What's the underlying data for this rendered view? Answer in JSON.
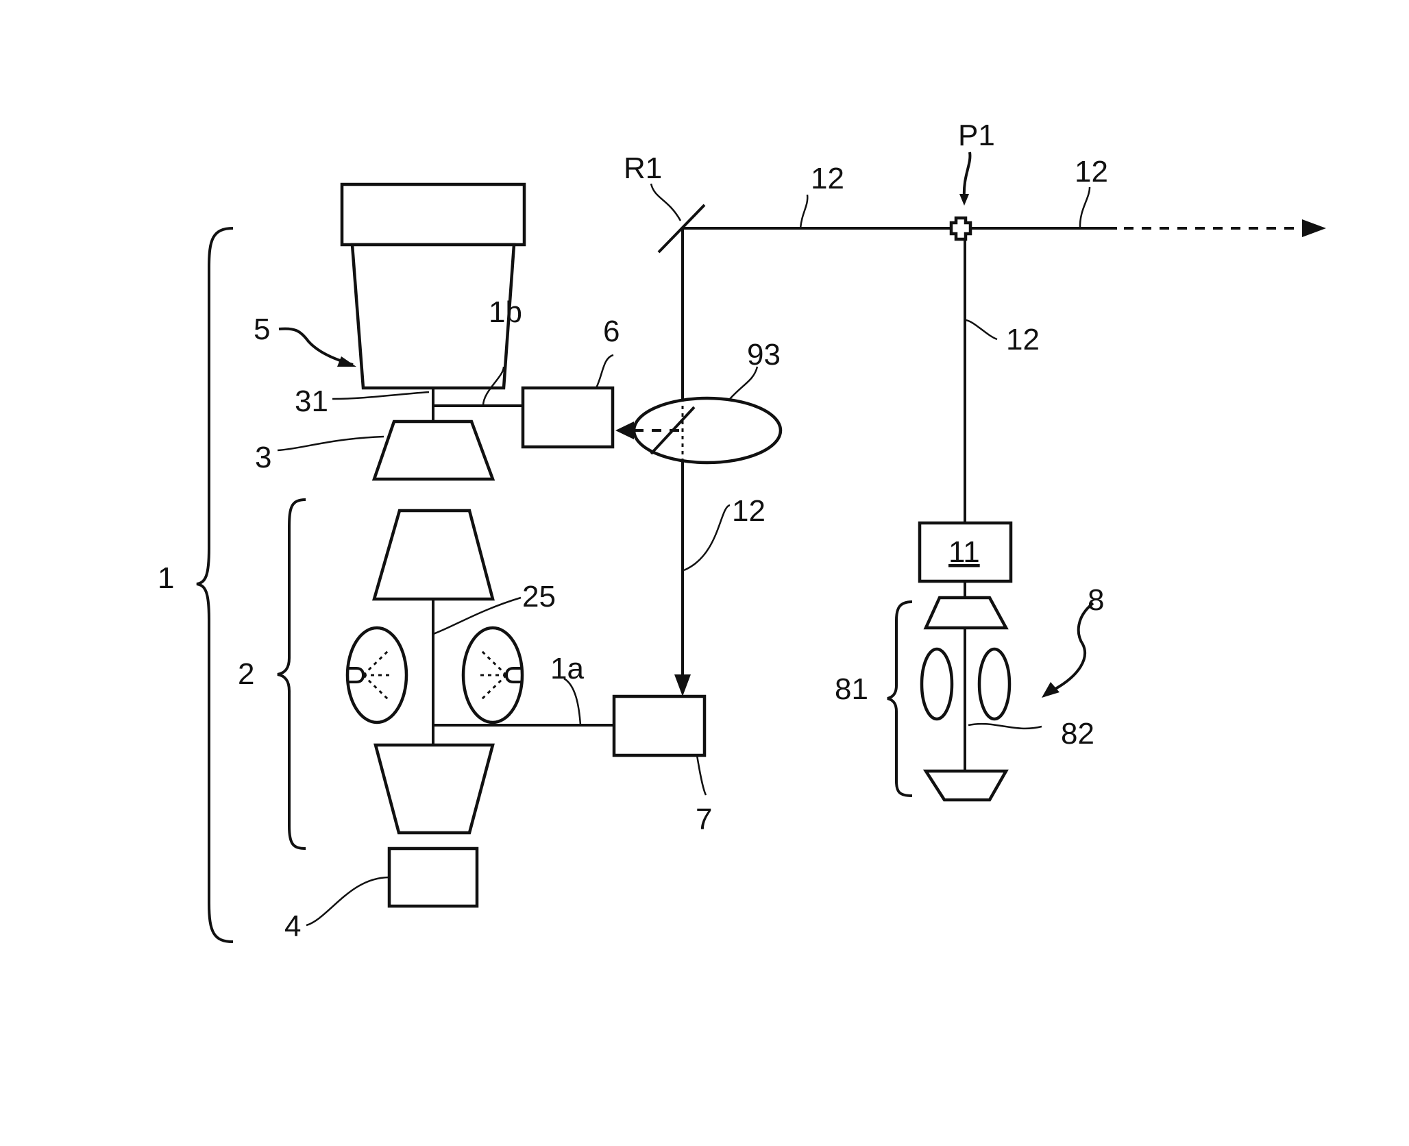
{
  "figure": {
    "type": "patent schematic",
    "labels": {
      "system": "1",
      "gas_turbine": "2",
      "compressor": "3",
      "load": "4",
      "expander": "5",
      "controller": "6",
      "controller_7": "7",
      "heat_engine": "8",
      "engine_group": "81",
      "engine_shaft": "82",
      "unit_11": "11",
      "beam_line_a": "12",
      "beam_line_b": "12",
      "beam_line_c": "12",
      "beam_line_d": "12",
      "turbine_shaft": "25",
      "shaft_31": "31",
      "line_1a": "1a",
      "line_1b": "1b",
      "lens_93": "93",
      "reflector": "R1",
      "junction": "P1"
    }
  }
}
